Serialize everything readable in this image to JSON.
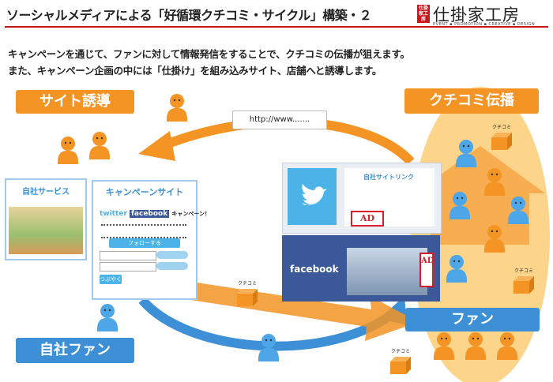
{
  "header": {
    "title": "ソーシャルメディアによる「好循環クチコミ・サイクル」構築・２",
    "logo_text": "仕掛家工房",
    "logo_mark": "仕掛家工房",
    "logo_sub": "EVENT ▪ PROMOTION ▪ CREATIVE ▪ DESIGN"
  },
  "intro": {
    "line1": "キャンペーンを通じて、ファンに対して情報発信をすることで、クチコミの伝播が狙えます。",
    "line2": "また、キャンペーン企画の中には「仕掛け」を組み込みサイト、店舗へと誘導します。"
  },
  "labels": {
    "site_induction": "サイト誘導",
    "word_of_mouth": "クチコミ伝播",
    "own_fans": "自社ファン",
    "fans": "ファン",
    "url": "http://www.......",
    "own_service": "自社サービス",
    "campaign_site": "キャンペーンサイト",
    "own_site_link": "自社サイトリンク",
    "ad": "AD",
    "twitter": "twitter",
    "facebook": "facebook",
    "campaign_banner": "キャンペーン！",
    "follow": "フォローする",
    "tweet": "つぶやく",
    "kuchikomi": "クチコミ"
  },
  "colors": {
    "orange": "#f39424",
    "blue": "#3d8fd6",
    "light_orange": "#fcd48a",
    "brand_red": "#c8161d",
    "twitter_blue": "#4bb3e8",
    "facebook_blue": "#3b5998"
  }
}
